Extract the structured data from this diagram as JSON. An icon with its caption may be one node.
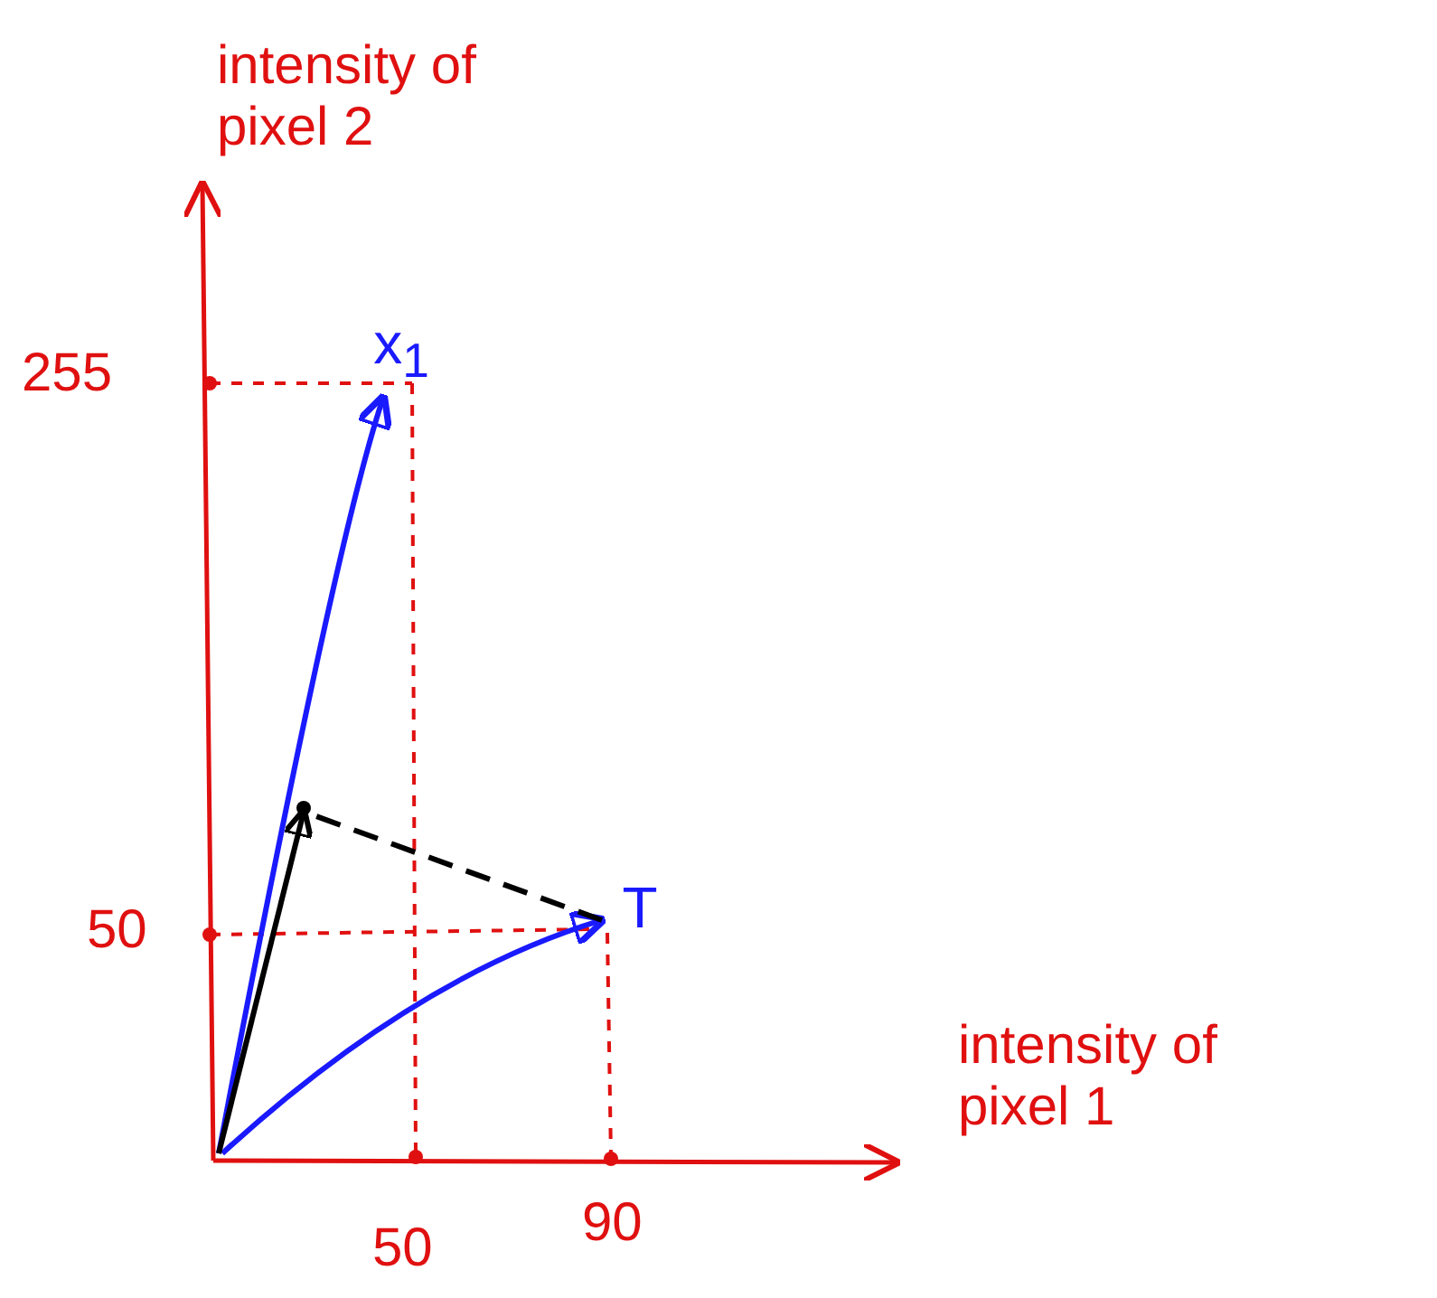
{
  "diagram": {
    "nodes": [
      {
        "text": [
          "x$_{1}$"
        ]
      },
      {
        "text": [
          "T"
        ]
      },
      {
        "text": [],
        "shape": "point"
      }
    ],
    "edges": [
      {
        "from": null,
        "to": 0,
        "arrow": "to",
        "color": "#1a1aff"
      },
      {
        "from": null,
        "to": 1,
        "arrow": "to",
        "color": "#1a1aff"
      },
      {
        "from": null,
        "to": 2,
        "arrow": "to",
        "color": "#000000"
      },
      {
        "from": 1,
        "to": 2,
        "arrow": "none",
        "color": "#000000",
        "style": "dashed"
      }
    ],
    "labels": [
      "intensity of pixel 2",
      "255",
      "50",
      "intensity of pixel 1",
      "50",
      "90"
    ]
  }
}
